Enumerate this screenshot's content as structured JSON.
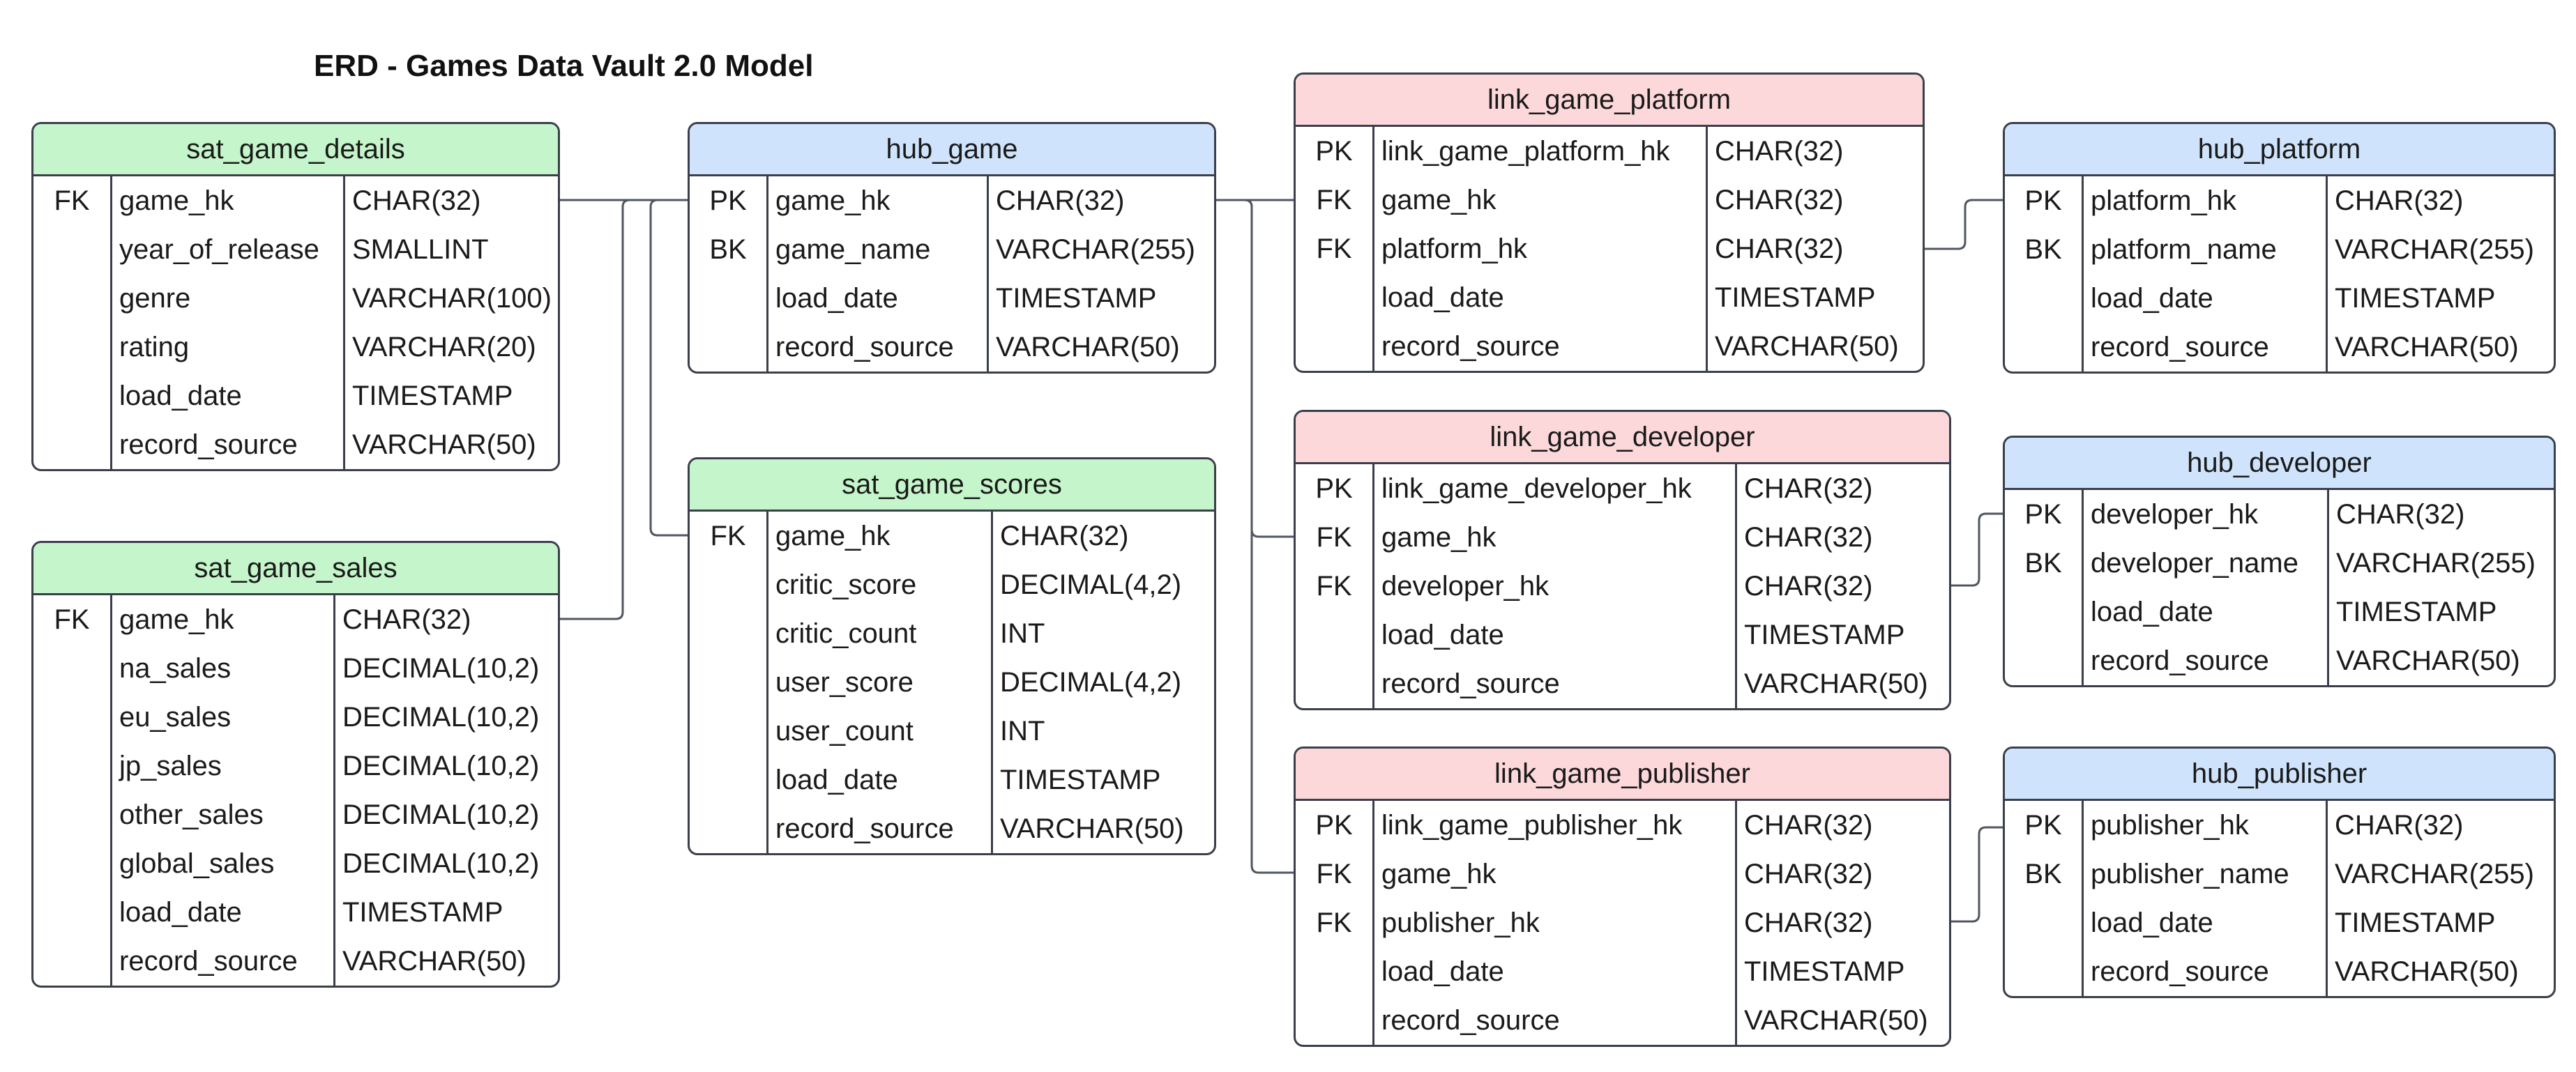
{
  "title": "ERD - Games Data Vault 2.0 Model",
  "colors": {
    "satellite": "#c5f5cb",
    "hub": "#cfe4fc",
    "link": "#fcd8da",
    "border": "#3a3f4b"
  },
  "entities": [
    {
      "id": "sat_game_details",
      "name": "sat_game_details",
      "kind": "sat",
      "columns": [
        {
          "key": "FK",
          "name": "game_hk",
          "type": "CHAR(32)"
        },
        {
          "key": "",
          "name": "year_of_release",
          "type": "SMALLINT"
        },
        {
          "key": "",
          "name": "genre",
          "type": "VARCHAR(100)"
        },
        {
          "key": "",
          "name": "rating",
          "type": "VARCHAR(20)"
        },
        {
          "key": "",
          "name": "load_date",
          "type": "TIMESTAMP"
        },
        {
          "key": "",
          "name": "record_source",
          "type": "VARCHAR(50)"
        }
      ]
    },
    {
      "id": "sat_game_sales",
      "name": "sat_game_sales",
      "kind": "sat",
      "columns": [
        {
          "key": "FK",
          "name": "game_hk",
          "type": "CHAR(32)"
        },
        {
          "key": "",
          "name": "na_sales",
          "type": "DECIMAL(10,2)"
        },
        {
          "key": "",
          "name": "eu_sales",
          "type": "DECIMAL(10,2)"
        },
        {
          "key": "",
          "name": "jp_sales",
          "type": "DECIMAL(10,2)"
        },
        {
          "key": "",
          "name": "other_sales",
          "type": "DECIMAL(10,2)"
        },
        {
          "key": "",
          "name": "global_sales",
          "type": "DECIMAL(10,2)"
        },
        {
          "key": "",
          "name": "load_date",
          "type": "TIMESTAMP"
        },
        {
          "key": "",
          "name": "record_source",
          "type": "VARCHAR(50)"
        }
      ]
    },
    {
      "id": "hub_game",
      "name": "hub_game",
      "kind": "hub",
      "columns": [
        {
          "key": "PK",
          "name": "game_hk",
          "type": "CHAR(32)"
        },
        {
          "key": "BK",
          "name": "game_name",
          "type": "VARCHAR(255)"
        },
        {
          "key": "",
          "name": "load_date",
          "type": "TIMESTAMP"
        },
        {
          "key": "",
          "name": "record_source",
          "type": "VARCHAR(50)"
        }
      ]
    },
    {
      "id": "sat_game_scores",
      "name": "sat_game_scores",
      "kind": "sat",
      "columns": [
        {
          "key": "FK",
          "name": "game_hk",
          "type": "CHAR(32)"
        },
        {
          "key": "",
          "name": "critic_score",
          "type": "DECIMAL(4,2)"
        },
        {
          "key": "",
          "name": "critic_count",
          "type": "INT"
        },
        {
          "key": "",
          "name": "user_score",
          "type": "DECIMAL(4,2)"
        },
        {
          "key": "",
          "name": "user_count",
          "type": "INT"
        },
        {
          "key": "",
          "name": "load_date",
          "type": "TIMESTAMP"
        },
        {
          "key": "",
          "name": "record_source",
          "type": "VARCHAR(50)"
        }
      ]
    },
    {
      "id": "link_game_platform",
      "name": "link_game_platform",
      "kind": "link",
      "columns": [
        {
          "key": "PK",
          "name": "link_game_platform_hk",
          "type": "CHAR(32)"
        },
        {
          "key": "FK",
          "name": "game_hk",
          "type": "CHAR(32)"
        },
        {
          "key": "FK",
          "name": "platform_hk",
          "type": "CHAR(32)"
        },
        {
          "key": "",
          "name": "load_date",
          "type": "TIMESTAMP"
        },
        {
          "key": "",
          "name": "record_source",
          "type": "VARCHAR(50)"
        }
      ]
    },
    {
      "id": "link_game_developer",
      "name": "link_game_developer",
      "kind": "link",
      "columns": [
        {
          "key": "PK",
          "name": "link_game_developer_hk",
          "type": "CHAR(32)"
        },
        {
          "key": "FK",
          "name": "game_hk",
          "type": "CHAR(32)"
        },
        {
          "key": "FK",
          "name": "developer_hk",
          "type": "CHAR(32)"
        },
        {
          "key": "",
          "name": "load_date",
          "type": "TIMESTAMP"
        },
        {
          "key": "",
          "name": "record_source",
          "type": "VARCHAR(50)"
        }
      ]
    },
    {
      "id": "link_game_publisher",
      "name": "link_game_publisher",
      "kind": "link",
      "columns": [
        {
          "key": "PK",
          "name": "link_game_publisher_hk",
          "type": "CHAR(32)"
        },
        {
          "key": "FK",
          "name": "game_hk",
          "type": "CHAR(32)"
        },
        {
          "key": "FK",
          "name": "publisher_hk",
          "type": "CHAR(32)"
        },
        {
          "key": "",
          "name": "load_date",
          "type": "TIMESTAMP"
        },
        {
          "key": "",
          "name": "record_source",
          "type": "VARCHAR(50)"
        }
      ]
    },
    {
      "id": "hub_platform",
      "name": "hub_platform",
      "kind": "hub",
      "columns": [
        {
          "key": "PK",
          "name": "platform_hk",
          "type": "CHAR(32)"
        },
        {
          "key": "BK",
          "name": "platform_name",
          "type": "VARCHAR(255)"
        },
        {
          "key": "",
          "name": "load_date",
          "type": "TIMESTAMP"
        },
        {
          "key": "",
          "name": "record_source",
          "type": "VARCHAR(50)"
        }
      ]
    },
    {
      "id": "hub_developer",
      "name": "hub_developer",
      "kind": "hub",
      "columns": [
        {
          "key": "PK",
          "name": "developer_hk",
          "type": "CHAR(32)"
        },
        {
          "key": "BK",
          "name": "developer_name",
          "type": "VARCHAR(255)"
        },
        {
          "key": "",
          "name": "load_date",
          "type": "TIMESTAMP"
        },
        {
          "key": "",
          "name": "record_source",
          "type": "VARCHAR(50)"
        }
      ]
    },
    {
      "id": "hub_publisher",
      "name": "hub_publisher",
      "kind": "hub",
      "columns": [
        {
          "key": "PK",
          "name": "publisher_hk",
          "type": "CHAR(32)"
        },
        {
          "key": "BK",
          "name": "publisher_name",
          "type": "VARCHAR(255)"
        },
        {
          "key": "",
          "name": "load_date",
          "type": "TIMESTAMP"
        },
        {
          "key": "",
          "name": "record_source",
          "type": "VARCHAR(50)"
        }
      ]
    }
  ],
  "relationships": [
    {
      "from": "sat_game_details",
      "to": "hub_game"
    },
    {
      "from": "sat_game_sales",
      "to": "hub_game"
    },
    {
      "from": "sat_game_scores",
      "to": "hub_game"
    },
    {
      "from": "hub_game",
      "to": "link_game_platform"
    },
    {
      "from": "hub_game",
      "to": "link_game_developer"
    },
    {
      "from": "hub_game",
      "to": "link_game_publisher"
    },
    {
      "from": "link_game_platform",
      "to": "hub_platform"
    },
    {
      "from": "link_game_developer",
      "to": "hub_developer"
    },
    {
      "from": "link_game_publisher",
      "to": "hub_publisher"
    }
  ]
}
